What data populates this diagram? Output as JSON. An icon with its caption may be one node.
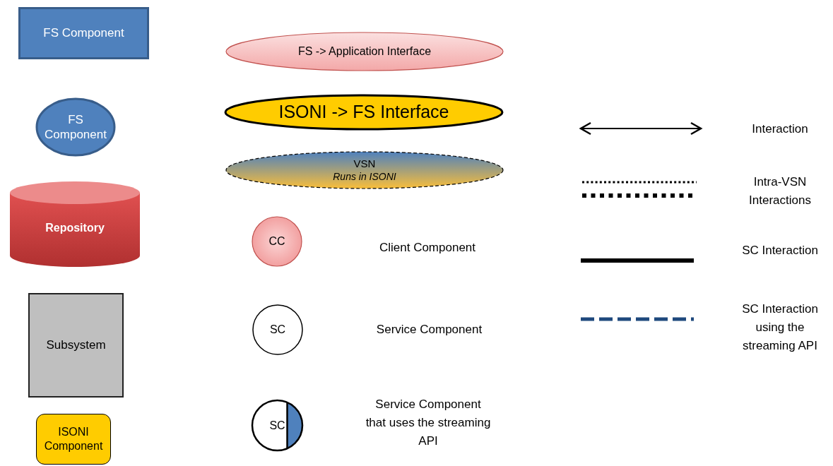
{
  "diagram": {
    "nodes": [
      {
        "text": [
          "FS Component"
        ]
      },
      {
        "text": [
          "FS Component"
        ]
      },
      {
        "text": [
          "Repository"
        ]
      },
      {
        "text": [
          "Subsystem"
        ]
      },
      {
        "text": [
          "ISONI Component"
        ]
      },
      {
        "text": [
          "FS -> Application Interface"
        ]
      },
      {
        "text": [
          "ISONI -> FS Interface"
        ]
      },
      {
        "text": [
          "VSN",
          "Runs in ISONI"
        ]
      },
      {
        "text": [
          "CC"
        ]
      },
      {
        "text": [
          "SC"
        ]
      },
      {
        "text": [
          "SC"
        ]
      }
    ],
    "labels": [
      "Client Component",
      "Service Component",
      "Service Component that uses the streaming API"
    ],
    "legend": [
      {
        "text": "Interaction"
      },
      {
        "text": "Intra-VSN Interactions"
      },
      {
        "text": "SC Interaction"
      },
      {
        "text": "SC Interaction using the streaming API"
      }
    ]
  }
}
